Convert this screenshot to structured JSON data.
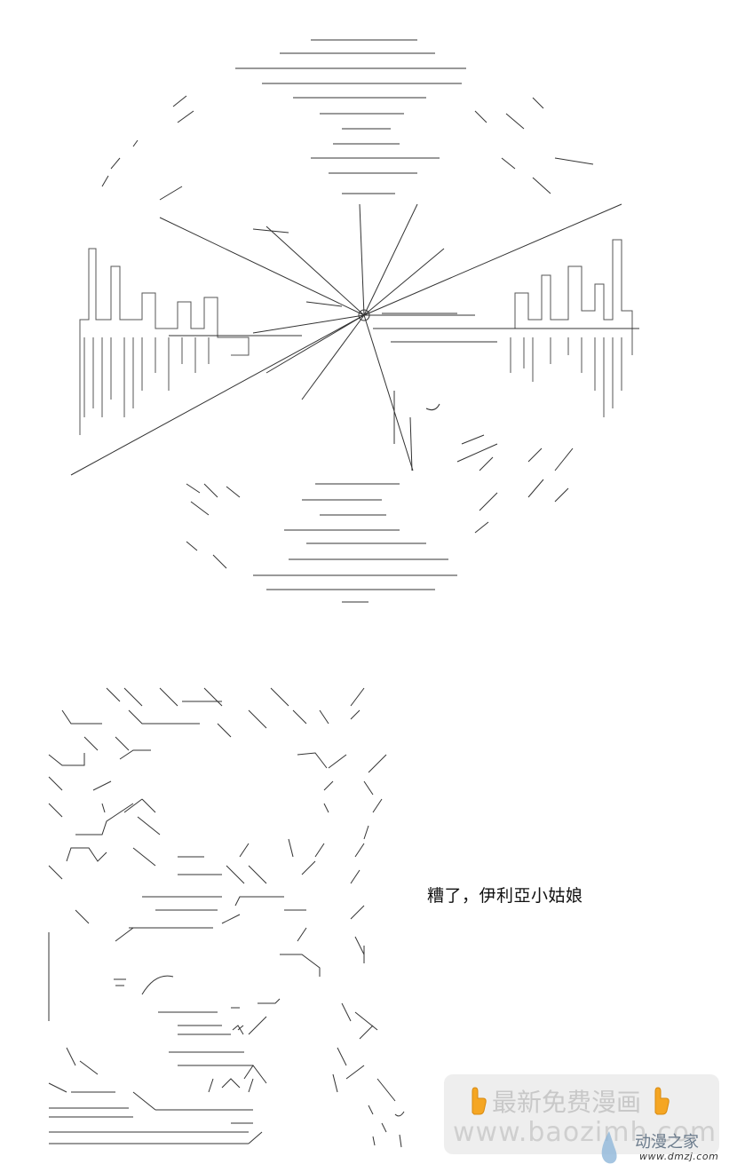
{
  "caption": "糟了，伊利亞小姑娘",
  "watermark": {
    "line1": "最新免费漫画",
    "line2": "www.baozimh.com",
    "icon_left": "pointing-hand-icon",
    "icon_right": "pointing-hand-icon"
  },
  "logo": {
    "title": "动漫之家",
    "url": "www.dmzj.com",
    "icon": "water-drop-icon"
  },
  "colors": {
    "background": "#ffffff",
    "ink": "#222222",
    "watermark_text": "#c8c8c8",
    "hand": "#f5a623"
  }
}
